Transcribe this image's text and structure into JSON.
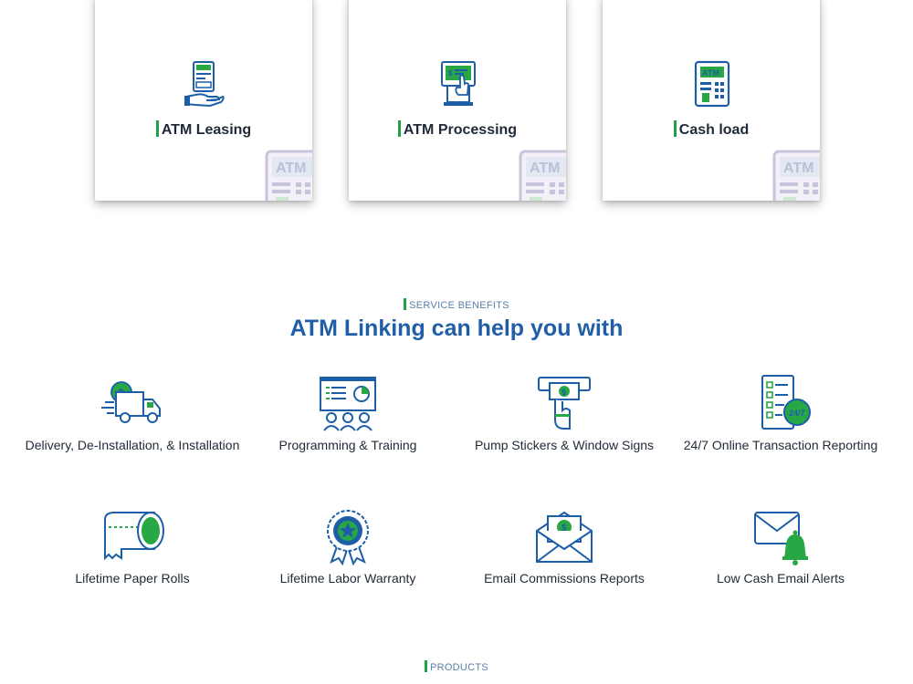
{
  "cards": [
    {
      "title": "ATM Leasing",
      "icon": "atm-leasing-icon",
      "watermark": "ATM"
    },
    {
      "title": "ATM Processing",
      "icon": "atm-processing-icon",
      "watermark": "ATM"
    },
    {
      "title": "Cash load",
      "icon": "cash-load-icon",
      "watermark": "ATM"
    }
  ],
  "benefits_section": {
    "eyebrow": "SERVICE BENEFITS",
    "heading": "ATM Linking can help you with",
    "items": [
      {
        "label": "Delivery, De-Installation, & Installation",
        "icon": "delivery-truck-icon"
      },
      {
        "label": "Programming & Training",
        "icon": "training-board-icon"
      },
      {
        "label": "Pump Stickers & Window Signs",
        "icon": "cash-dispense-icon"
      },
      {
        "label": "24/7 Online Transaction Reporting",
        "icon": "report-checklist-icon"
      },
      {
        "label": "Lifetime Paper Rolls",
        "icon": "paper-roll-icon"
      },
      {
        "label": "Lifetime Labor Warranty",
        "icon": "warranty-badge-icon"
      },
      {
        "label": "Email Commissions Reports",
        "icon": "money-envelope-icon"
      },
      {
        "label": "Low Cash Email Alerts",
        "icon": "envelope-bell-icon"
      }
    ]
  },
  "products_section": {
    "eyebrow": "PRODUCTS"
  },
  "colors": {
    "brand_blue": "#205ea8",
    "accent_green": "#22a045",
    "icon_blue": "#1c5ea8",
    "icon_green": "#28a745"
  }
}
